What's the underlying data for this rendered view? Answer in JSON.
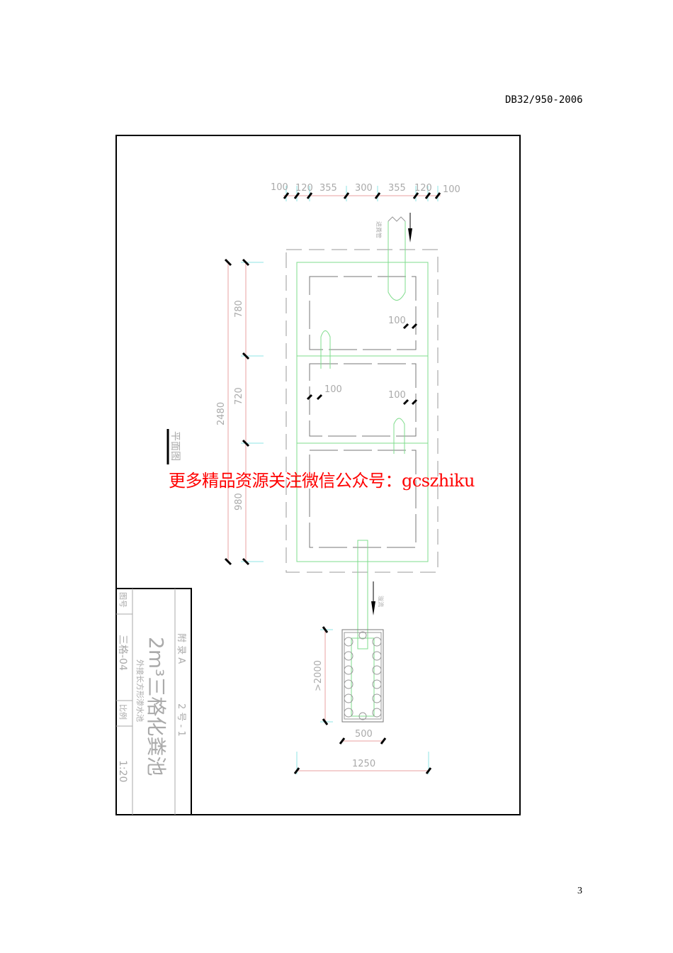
{
  "header": {
    "standard_code": "DB32/950-2006"
  },
  "page_number": "3",
  "watermark": "更多精品资源关注微信公众号：gcszhiku",
  "drawing": {
    "view_label": "平面图",
    "top_dimensions": [
      "100",
      "120",
      "355",
      "300",
      "355",
      "120",
      "100"
    ],
    "left_total": "2480",
    "left_segments": [
      "780",
      "720",
      "980"
    ],
    "inner_labels": [
      "100",
      "100",
      "100"
    ],
    "inlet_label": "进粪管",
    "outlet_label": "溢流",
    "pit_depth": ">2000",
    "pit_width": "500",
    "overall_width": "1250"
  },
  "title_block": {
    "drawing_no_label": "图号",
    "drawing_no": "三格-04",
    "scale_label": "比例",
    "scale": "1:20",
    "title": "2m³三格化粪池",
    "subtitle": "外接长方形渗水池",
    "appendix": "附 录 A",
    "sheet": "2 号 - 1"
  },
  "colors": {
    "watermark": "#ff0000",
    "green_lines": "#7fdc8c",
    "dim_lines": "#e8a0a0",
    "ext_lines": "#8fe6e6"
  }
}
